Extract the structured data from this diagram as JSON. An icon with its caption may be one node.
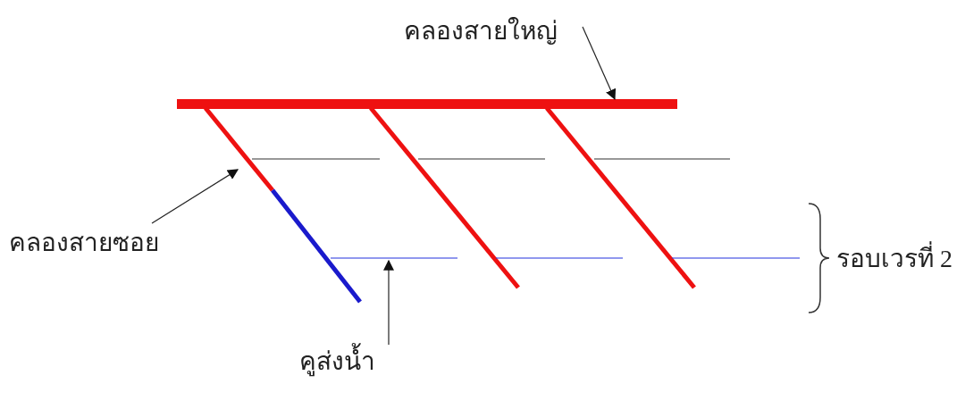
{
  "diagram": {
    "nodes": [
      {
        "text": [
          "คลองสายใหญ่"
        ]
      },
      {
        "text": [],
        "shape": "bar"
      },
      {
        "text": [
          "คลองสายซอย"
        ]
      },
      {
        "text": [],
        "shape": "bar"
      },
      {
        "text": [
          "คูส่งน้ำ"
        ]
      },
      {
        "text": [],
        "shape": "bar"
      }
    ],
    "edges": [
      {
        "from": 0,
        "to": 1,
        "arrow": "to"
      },
      {
        "from": 2,
        "to": 3,
        "arrow": "to"
      },
      {
        "from": 4,
        "to": 5,
        "arrow": "to"
      }
    ],
    "labels": [
      "รอบเวรที่ 2"
    ]
  }
}
